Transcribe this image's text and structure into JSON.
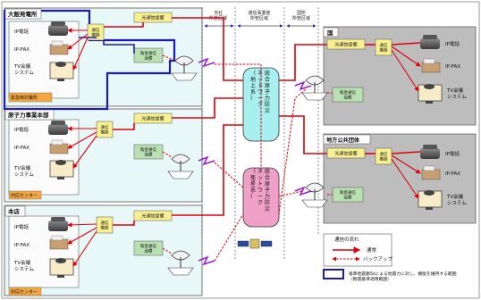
{
  "sites": {
    "ohi": {
      "title": "大飯発電所",
      "room_label": "緊急時対策所"
    },
    "genshi": {
      "title": "原子力事業本部",
      "center_label": "対応センター"
    },
    "honten": {
      "title": "本店",
      "center_label": "対応センター"
    }
  },
  "government": {
    "kuni": "国",
    "chiho": "地方公共団体"
  },
  "zones": {
    "company": "当社\n所管区域",
    "carrier": "通信事業者\n所管区域",
    "kuni": "国所\n所管区域"
  },
  "equipment": {
    "ip_phone": "IP電話",
    "ip_fax": "IP-FAX",
    "tv_conf": "TV会議\nシステム",
    "comm_device": "通信\n機器",
    "optical": "光通信設備",
    "satellite": "衛星通信\n設備"
  },
  "network": {
    "ground": "統合原子力防災\nネットワーク\n（地上系）",
    "sat": "統合原子力防災\nネットワーク\n（衛星系）"
  },
  "legend": {
    "title": "通信の流れ",
    "normal": "通常",
    "backup": "バックアップ",
    "seismic_note": "基準地震動Ssによる地震力に対し、機能を維持する範囲（耐震基準適用範囲）"
  },
  "colors": {
    "red": "#e0000a",
    "blue": "#1a1ab4",
    "green_box": "#b8e0b0",
    "yellow_box": "#f8f090",
    "gray_zone": "#bdbdbd",
    "cyan_net": "#a8f0f0",
    "pink_net": "#f0a0c8"
  }
}
